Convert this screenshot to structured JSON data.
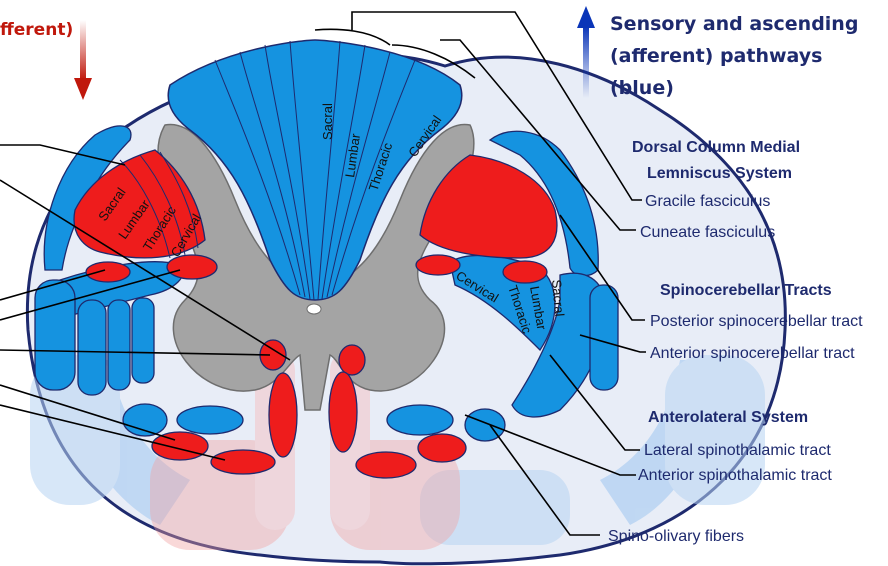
{
  "colors": {
    "sensory": "#1593e0",
    "motor": "#ee1c1c",
    "grey_matter": "#a4a4a4",
    "outline": "#1e2a6e",
    "cord_fill": "#e8edf7"
  },
  "header_left": {
    "text": "fferent)",
    "arrow_icon": "arrow-down-icon"
  },
  "header_right": {
    "arrow_icon": "arrow-up-icon",
    "lines": [
      "Sensory and ascending",
      "(afferent) pathways",
      "(blue)"
    ]
  },
  "dorsal_segments": [
    "Sacral",
    "Lumbar",
    "Thoracic",
    "Cervical"
  ],
  "left_motor_segments": [
    "Sacral",
    "Lumbar",
    "Thoracic",
    "Cervical"
  ],
  "right_sc_segments": [
    "Cervical",
    "Thoracic",
    "Lumbar",
    "Sacral"
  ],
  "groups": [
    {
      "title_lines": [
        "Dorsal Column Medial",
        "Lemniscus System"
      ],
      "items": [
        "Gracile fasciculus",
        "Cuneate fasciculus"
      ]
    },
    {
      "title_lines": [
        "Spinocerebellar Tracts"
      ],
      "items": [
        "Posterior spinocerebellar tract",
        "Anterior spinocerebellar tract"
      ]
    },
    {
      "title_lines": [
        "Anterolateral System"
      ],
      "items": [
        "Lateral spinothalamic tract",
        "Anterior spinothalamic tract"
      ]
    }
  ],
  "spino_olivary": "Spino-olivary fibers"
}
